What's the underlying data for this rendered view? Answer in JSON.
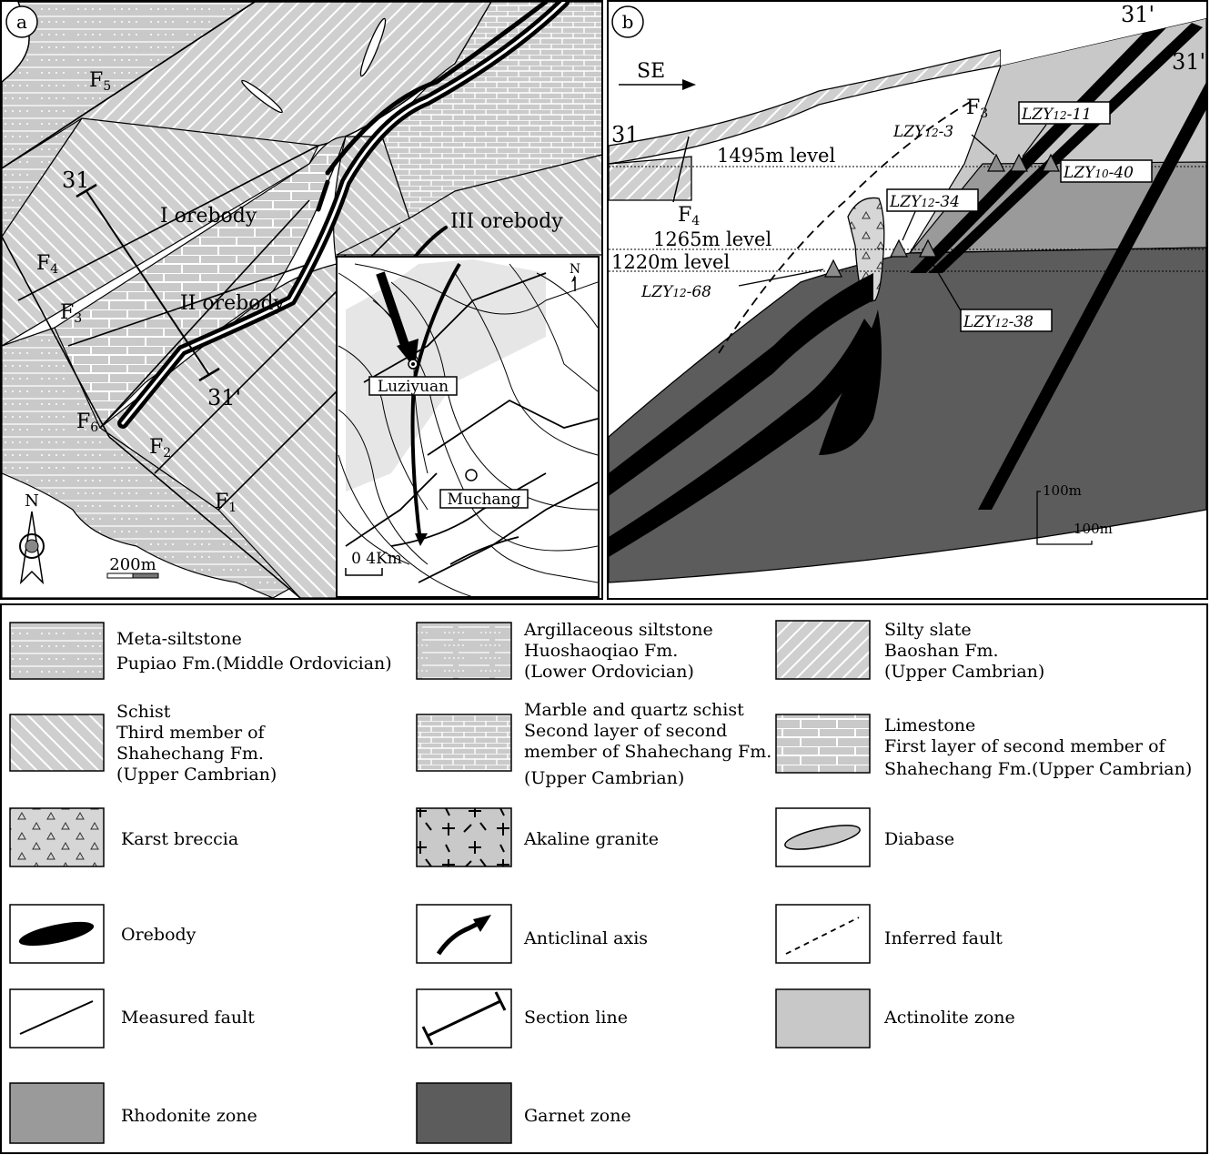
{
  "panel_a": {
    "letter": "a",
    "section_start": "31",
    "section_end": "31'",
    "faults": [
      {
        "main": "F",
        "sub": "5"
      },
      {
        "main": "F",
        "sub": "4"
      },
      {
        "main": "F",
        "sub": "3"
      },
      {
        "main": "F",
        "sub": "6"
      },
      {
        "main": "F",
        "sub": "2"
      },
      {
        "main": "F",
        "sub": "1"
      }
    ],
    "orebodies": [
      "I orebody",
      "II orebody",
      "III orebody"
    ],
    "north": "N",
    "scale": "200m",
    "inset": {
      "north": "N",
      "scale": "0 4Km",
      "places": [
        "Luziyuan",
        "Muchang"
      ]
    }
  },
  "panel_b": {
    "letter": "b",
    "direction": "SE",
    "section_start": "31",
    "section_end_a": "31'",
    "section_end_b": "31'",
    "fault_f3": {
      "main": "F",
      "sub": "3"
    },
    "fault_f4": {
      "main": "F",
      "sub": "4"
    },
    "levels": [
      "1495m level",
      "1265m level",
      "1220m level"
    ],
    "samples": [
      {
        "pre": "LZY",
        "num": "12",
        "post": "-11"
      },
      {
        "pre": "LZY",
        "num": "12",
        "post": "-3"
      },
      {
        "pre": "LZY",
        "num": "10",
        "post": "-40"
      },
      {
        "pre": "LZY",
        "num": "12",
        "post": "-34"
      },
      {
        "pre": "LZY",
        "num": "12",
        "post": "-68"
      },
      {
        "pre": "LZY",
        "num": "12",
        "post": "-38"
      }
    ],
    "scale_v": "100m",
    "scale_h": "100m"
  },
  "legend": {
    "items": [
      {
        "lines": [
          "Meta-siltstone",
          "Pupiao Fm.(Middle Ordovician)"
        ]
      },
      {
        "lines": [
          "Argillaceous siltstone",
          "Huoshaoqiao Fm.",
          "(Lower Ordovician)"
        ]
      },
      {
        "lines": [
          "Silty slate",
          "Baoshan Fm.",
          "(Upper Cambrian)"
        ]
      },
      {
        "lines": [
          "Schist",
          "Third member of",
          "Shahechang Fm.",
          "(Upper Cambrian)"
        ]
      },
      {
        "lines": [
          "Marble and quartz schist",
          "Second layer of second",
          "member of Shahechang Fm.",
          "(Upper Cambrian)"
        ]
      },
      {
        "lines": [
          "Limestone",
          "First layer of second member of",
          "Shahechang Fm.(Upper Cambrian)"
        ]
      },
      {
        "lines": [
          "Karst breccia"
        ]
      },
      {
        "lines": [
          "Akaline granite"
        ]
      },
      {
        "lines": [
          "Diabase"
        ]
      },
      {
        "lines": [
          "Orebody"
        ]
      },
      {
        "lines": [
          "Anticlinal axis"
        ]
      },
      {
        "lines": [
          "Inferred fault"
        ]
      },
      {
        "lines": [
          "Measured fault"
        ]
      },
      {
        "lines": [
          "Section line"
        ]
      },
      {
        "lines": [
          "Actinolite zone"
        ]
      },
      {
        "lines": [
          "Rhodonite zone"
        ]
      },
      {
        "lines": [
          "Garnet zone"
        ]
      }
    ]
  },
  "colors": {
    "grey_light": "#c8c8c8",
    "grey_mid": "#9a9a9a",
    "grey_dark": "#5c5c5c",
    "ore": "#000000"
  }
}
